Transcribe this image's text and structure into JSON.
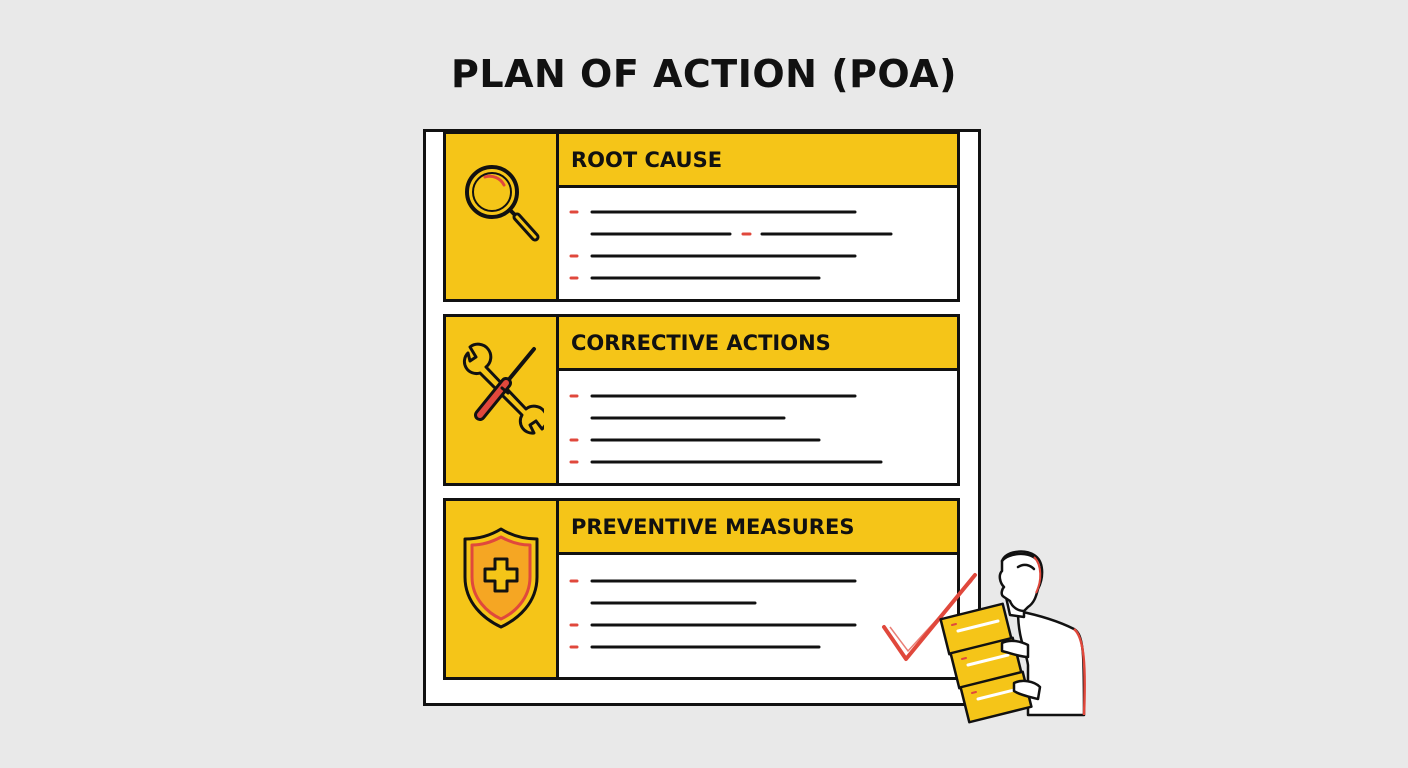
{
  "title": "PLAN OF ACTION (POA)",
  "sections": [
    {
      "heading": "ROOT CAUSE",
      "icon": "magnifying-glass-icon"
    },
    {
      "heading": "CORRECTIVE ACTIONS",
      "icon": "wrench-screwdriver-icon"
    },
    {
      "heading": "PREVENTIVE MEASURES",
      "icon": "shield-plus-icon"
    }
  ],
  "colors": {
    "accent": "#f5c518",
    "outline": "#111111",
    "highlight": "#e0483c",
    "background": "#e9e9e9"
  }
}
